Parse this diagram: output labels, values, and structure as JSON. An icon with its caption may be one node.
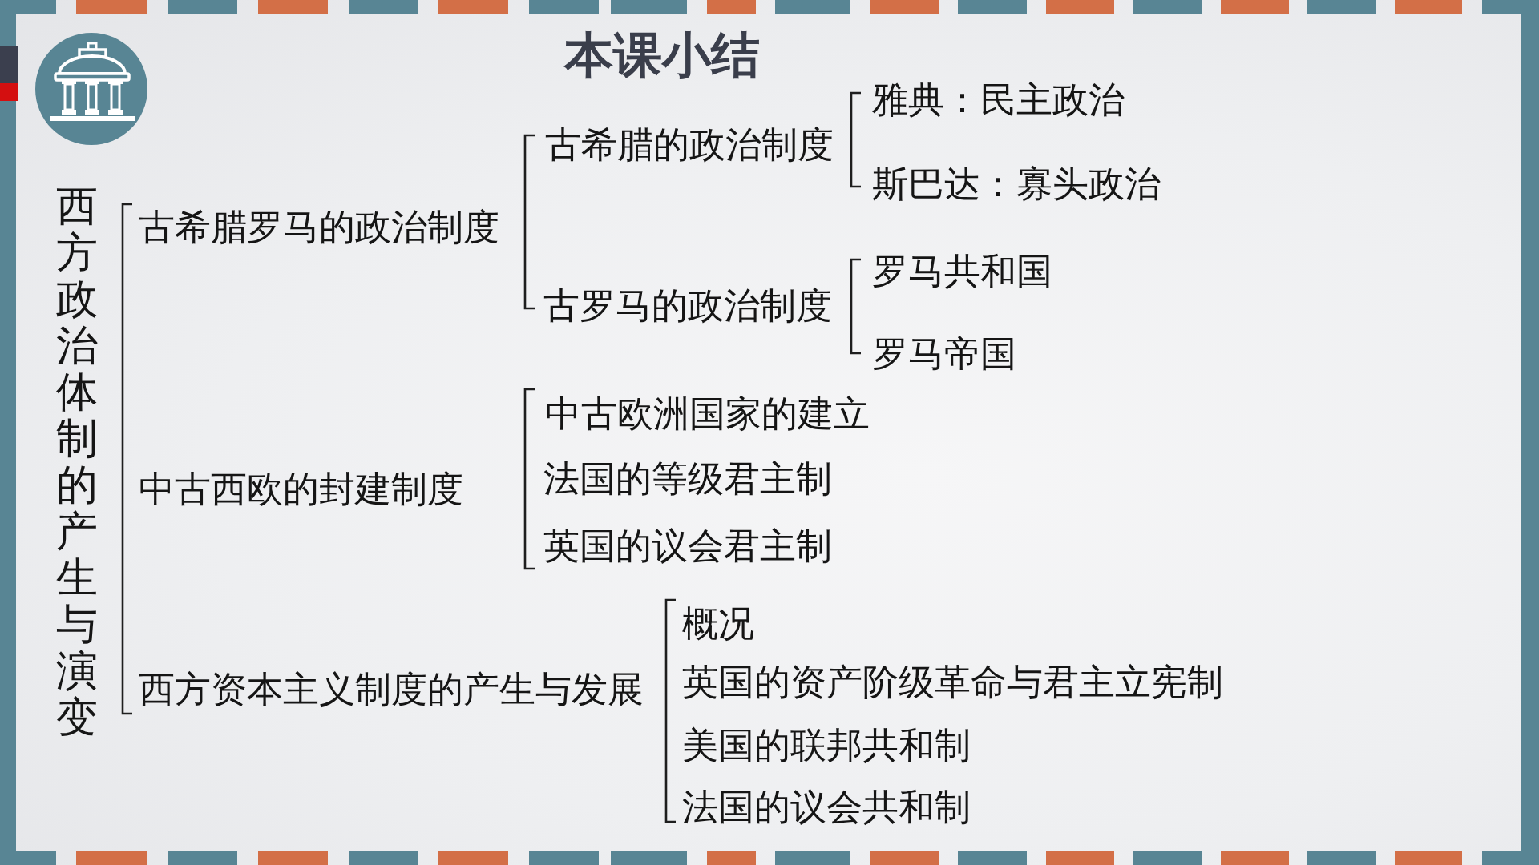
{
  "diagram": {
    "title": "本课小结",
    "labels": [
      "西方政治体制的产生与演变",
      "古希腊罗马的政治制度",
      "古希腊的政治制度",
      "雅典：民主政治",
      "斯巴达：寡头政治",
      "古罗马的政治制度",
      "罗马共和国",
      "罗马帝国",
      "中古西欧的封建制度",
      "中古欧洲国家的建立",
      "法国的等级君主制",
      "英国的议会君主制",
      "西方资本主义制度的产生与发展",
      "概况",
      "英国的资产阶级革命与君主立宪制",
      "美国的联邦共和制",
      "法国的议会共和制"
    ]
  }
}
